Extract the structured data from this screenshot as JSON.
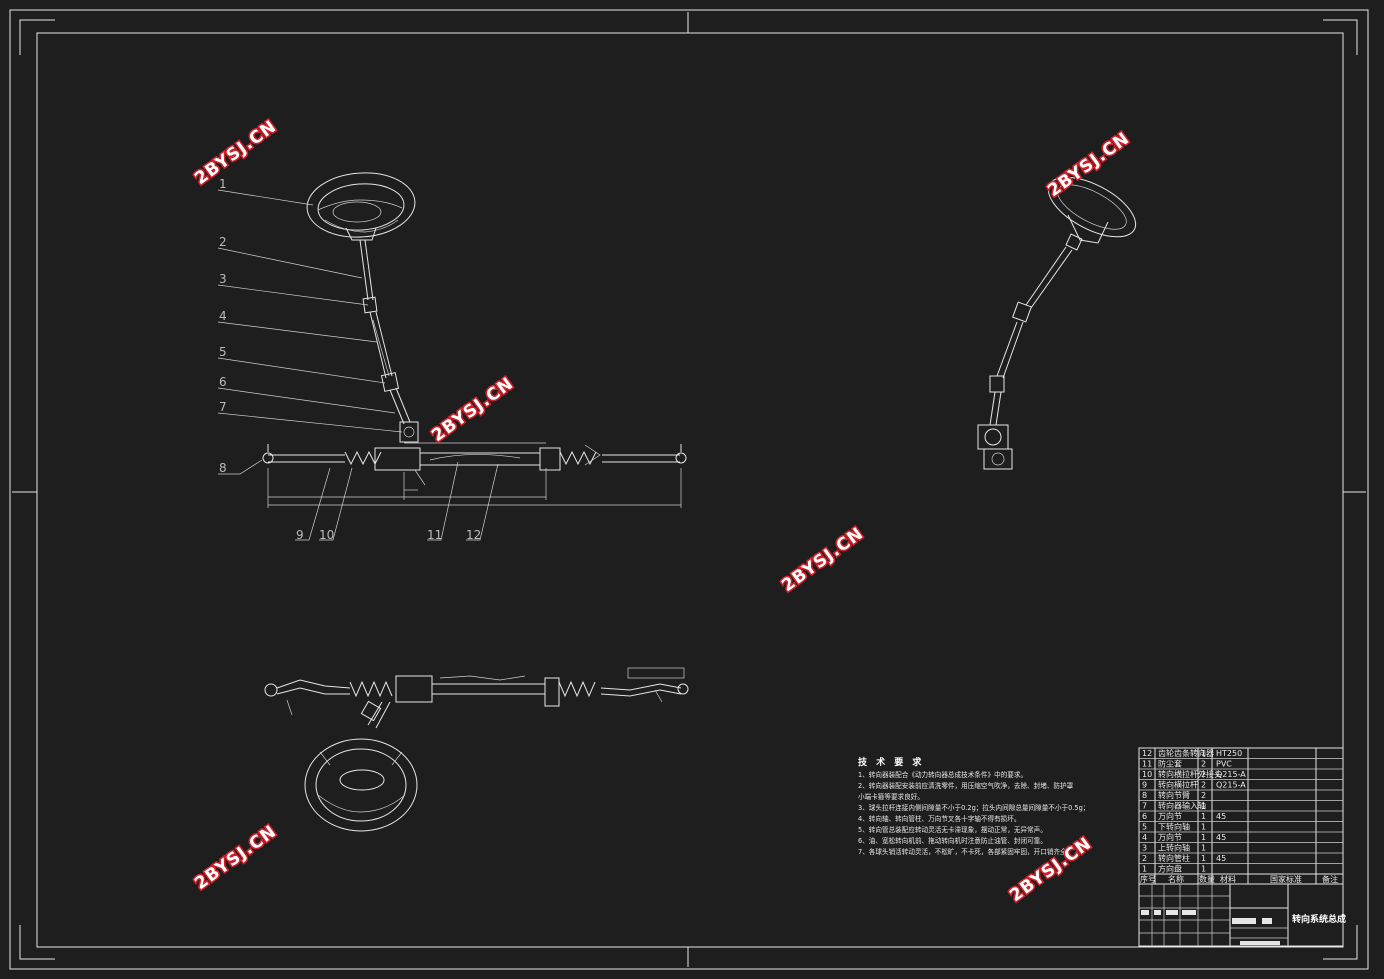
{
  "drawing": {
    "title": "转向系统总成",
    "watermark": "2BYSJ.CN",
    "part_numbers": [
      "1",
      "2",
      "3",
      "4",
      "5",
      "6",
      "7",
      "8",
      "9",
      "10",
      "11",
      "12"
    ]
  },
  "technical_requirements": {
    "heading": "技 术 要 求",
    "items": [
      "1、转向器装配合《动力转向器总成技术条件》中的要求。",
      "2、转向器装配安装前应清洗零件，用压缩空气吹净，去除、封堵、防护罩",
      "小端卡箍等要求良好。",
      "3、球头拉杆连接内侧间隙量不小于0.2g；拉头内间隙总量间隙量不小于0.5g；",
      "4、转向轴、转向管柱、万向节叉各十字轴不得有损坏。",
      "5、转向管总装配应转动灵活无卡滞现象，摆动正常，无异常声。",
      "6、油、宽松转向机前、拖动转向机时注意防止油管、封闭可靠。",
      "7、各球头销活转动灵活，不松旷，不卡死，各部紧固牢固，开口销齐全。"
    ]
  },
  "parts_list": [
    {
      "no": "12",
      "name": "齿轮齿条转向器",
      "qty": "1",
      "material": "HT250"
    },
    {
      "no": "11",
      "name": "防尘套",
      "qty": "2",
      "material": "PVC"
    },
    {
      "no": "10",
      "name": "转向横拉杆外接头",
      "qty": "2",
      "material": "Q215-A"
    },
    {
      "no": "9",
      "name": "转向横拉杆",
      "qty": "2",
      "material": "Q215-A"
    },
    {
      "no": "8",
      "name": "转向节臂",
      "qty": "2",
      "material": ""
    },
    {
      "no": "7",
      "name": "转向器输入轴",
      "qty": "1",
      "material": ""
    },
    {
      "no": "6",
      "name": "万向节",
      "qty": "1",
      "material": "45"
    },
    {
      "no": "5",
      "name": "下转向轴",
      "qty": "1",
      "material": ""
    },
    {
      "no": "4",
      "name": "万向节",
      "qty": "1",
      "material": "45"
    },
    {
      "no": "3",
      "name": "上转向轴",
      "qty": "1",
      "material": ""
    },
    {
      "no": "2",
      "name": "转向管柱",
      "qty": "1",
      "material": "45"
    },
    {
      "no": "1",
      "name": "方向盘",
      "qty": "1",
      "material": ""
    }
  ],
  "parts_header": {
    "no": "序号",
    "name": "名称",
    "qty": "数量",
    "material": "材料",
    "std": "国家标准",
    "remark": "备注"
  },
  "colors": {
    "background": "#1e1e1e",
    "lines": "#e6e6e6",
    "watermark_fill": "#ffffff",
    "watermark_stroke": "#d0202a"
  }
}
